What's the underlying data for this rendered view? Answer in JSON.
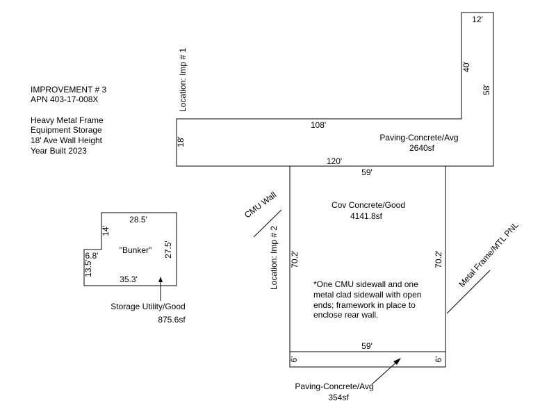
{
  "info": {
    "line1": "IMPROVEMENT # 3",
    "line2": "APN 403-17-008X",
    "line3": "Heavy Metal Frame",
    "line4": "Equipment Storage",
    "line5": "18' Ave Wall Height",
    "line6": "Year Built 2023"
  },
  "paving_top": {
    "dim_top": "12'",
    "dim_inner_vertical": "40'",
    "dim_outer_vertical": "58'",
    "dim_left": "18'",
    "dim_mid": "108'",
    "dim_bottom": "120'",
    "type": "Paving-Concrete/Avg",
    "area": "2640sf",
    "location": "Location: Imp # 1"
  },
  "covered": {
    "dim_top": "59'",
    "dim_bottom": "59'",
    "dim_left": "70.2'",
    "dim_right": "70.2'",
    "type": "Cov Concrete/Good",
    "area": "4141.8sf",
    "location": "Location: Imp # 2",
    "note_line1": "*One CMU sidewall and one",
    "note_line2": "metal clad sidewall with open",
    "note_line3": "ends; framework in place to",
    "note_line4": "enclose rear wall."
  },
  "cmu_wall": "CMU Wall",
  "metal_frame": "Metal Frame/MTL PNL",
  "paving_bottom": {
    "dim_left": "6'",
    "dim_right": "6'",
    "type": "Paving-Concrete/Avg",
    "area": "354sf"
  },
  "bunker": {
    "name": "\"Bunker\"",
    "dim_top": "28.5'",
    "dim_right": "27.5'",
    "dim_bottom": "35.3'",
    "dim_left_upper": "14'",
    "dim_step": "6.8'",
    "dim_left_lower": "13.5'",
    "type": "Storage Utility/Good",
    "area": "875.6sf"
  }
}
